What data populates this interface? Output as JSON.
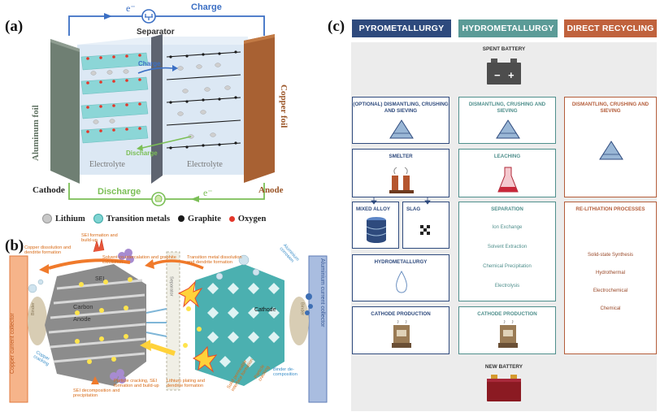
{
  "panel_a": {
    "label": "(a)",
    "electron_top": "e⁻",
    "charge_top": "Charge",
    "separator": "Separator",
    "charge_arrow": "Charge",
    "discharge_arrow": "Discharge",
    "aluminium_foil": "Aluminum foil",
    "copper_foil": "Copper foil",
    "electrolyte_left": "Electrolyte",
    "electrolyte_right": "Electrolyte",
    "cathode": "Cathode",
    "anode": "Anode",
    "discharge_bottom": "Discharge",
    "electron_bottom": "e⁻",
    "legend": [
      {
        "label": "Lithium",
        "color": "#c8c8c8"
      },
      {
        "label": "Transition metals",
        "color": "#7fd4d2"
      },
      {
        "label": "Graphite",
        "color": "#1a1a1a"
      },
      {
        "label": "Oxygen",
        "color": "#e4372a"
      }
    ]
  },
  "panel_b": {
    "label": "(b)",
    "copper_collector": "Copper current collector",
    "aluminium_collector": "Aluminium current collector",
    "sei_formation": "SEI formation and build-up",
    "copper_dissolution": "Copper dissolution and dendrite formation",
    "solvent_cointercalation": "Solvent co-intercalation and graphite exfoliation",
    "tm_dissolution": "Transition metal dissolution and dendrite formation",
    "aluminium_corrosion": "Aluminium corrosion",
    "sei": "SEI",
    "carbon": "Carbon",
    "anode": "Anode",
    "binder_left": "Binder",
    "binder_right": "Binder",
    "separator": "Separator",
    "cathode": "Cathode",
    "copper_cracking": "Copper cracking",
    "sei_decomposition": "SEI decomposition and precipitation",
    "particle_cracking_left": "Particle cracking, SEI formation and build-up",
    "lithium_plating": "Lithium plating and dendrite formation",
    "solid_permeable": "Solid permeable interface formation",
    "particle_cracking_right": "Particle cracking",
    "binder_decomposition": "Binder de-composition"
  },
  "panel_c": {
    "label": "(c)",
    "headers": {
      "pyro": "PYROMETALLURGY",
      "hydro": "HYDROMETALLURGY",
      "direct": "DIRECT RECYCLING"
    },
    "colors": {
      "pyro": "#2e4a7d",
      "hydro": "#5b9b97",
      "direct": "#c0623d"
    },
    "spent_battery": "SPENT BATTERY",
    "pyro_dismantling": "(OPTIONAL) DISMANTLING, CRUSHING AND SIEVING",
    "hydro_dismantling": "DISMANTLING, CRUSHING AND SIEVING",
    "direct_dismantling": "DISMANTLING, CRUSHING AND SIEVING",
    "smelter": "SMELTER",
    "leaching": "LEACHING",
    "mixed_alloy": "MIXED ALLOY",
    "slag": "SLAG",
    "separation": "SEPARATION",
    "separation_items": [
      "Ion Exchange",
      "Solvent Extraction",
      "Chemical Precipitation",
      "Electrolysis"
    ],
    "relithiation": "RE-LITHIATION PROCESSES",
    "relithiation_items": [
      "Solid-state Synthesis",
      "Hydrothermal",
      "Electrochemical",
      "Chemical"
    ],
    "hydrometallurgy": "HYDROMETALLURGY",
    "cathode_production_pyro": "CATHODE PRODUCTION",
    "cathode_production_hydro": "CATHODE PRODUCTION",
    "new_battery": "NEW BATTERY"
  }
}
